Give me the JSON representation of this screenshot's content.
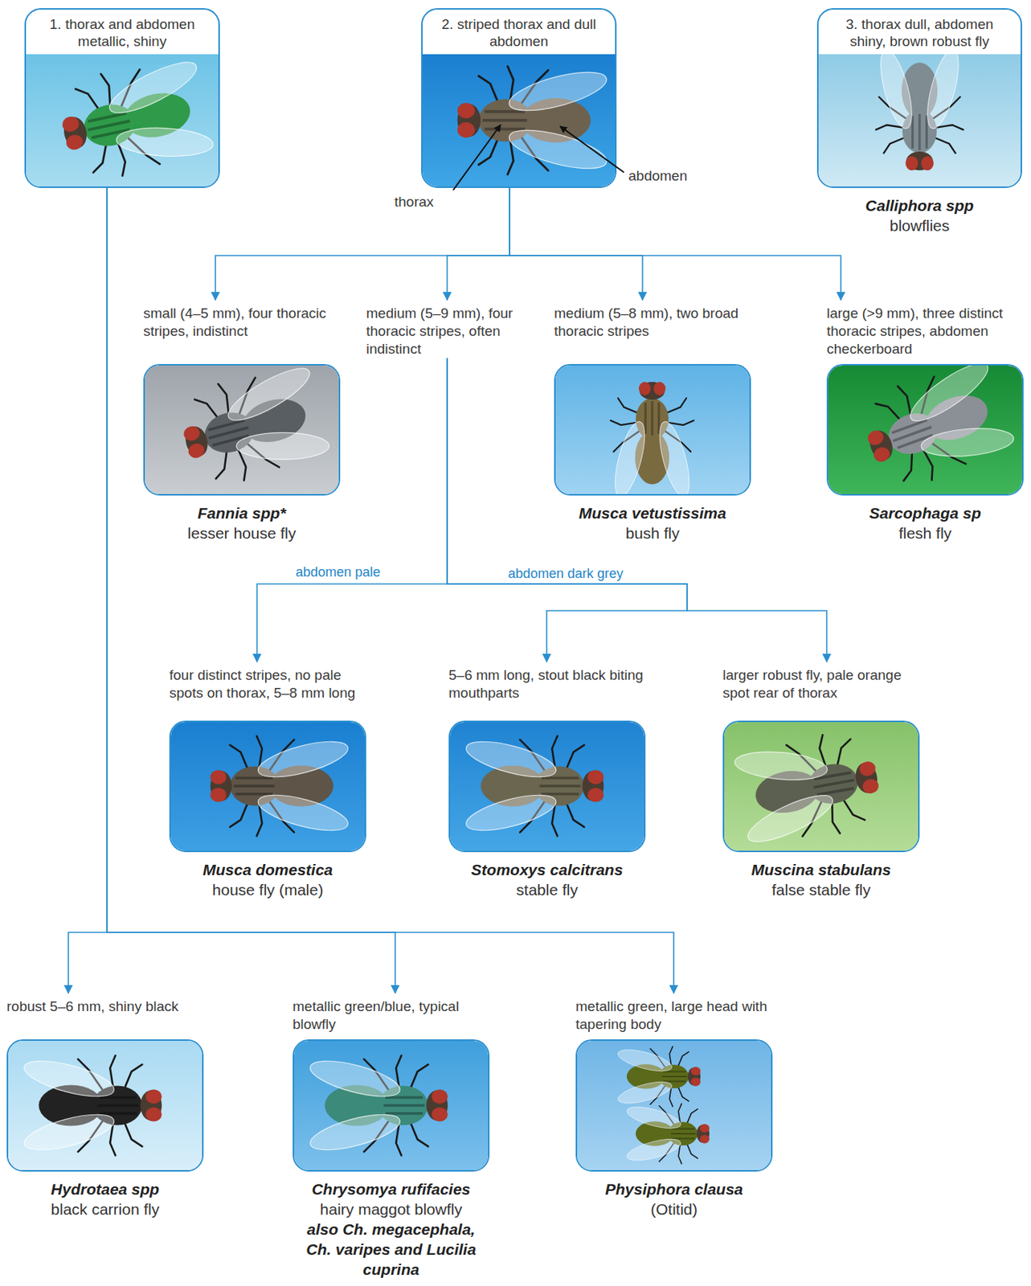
{
  "diagram": {
    "nodes": [
      {
        "text": [
          "1. thorax and abdomen metallic, shiny"
        ]
      },
      {
        "text": [
          "2. striped thorax and dull abdomen"
        ]
      },
      {
        "text": [
          "3. thorax dull, abdomen shiny, brown robust fly",
          "Calliphora spp",
          "blowflies"
        ]
      },
      {
        "text": [
          "small (4–5 mm), four thoracic stripes, indistinct",
          "Fannia spp*",
          "lesser house fly"
        ]
      },
      {
        "text": [
          "medium (5–9 mm), four thoracic stripes, often indistinct"
        ]
      },
      {
        "text": [
          "medium (5–8 mm), two broad thoracic stripes",
          "Musca vetustissima",
          "bush fly"
        ]
      },
      {
        "text": [
          "large (>9 mm), three distinct thoracic stripes, abdomen checkerboard",
          "Sarcophaga sp",
          "flesh fly"
        ]
      },
      {
        "text": [
          "four distinct stripes, no pale spots on thorax, 5–8 mm long",
          "Musca domestica",
          "house fly (male)"
        ]
      },
      {
        "text": [
          "5–6 mm long, stout black biting mouthparts",
          "Stomoxys calcitrans",
          "stable fly"
        ]
      },
      {
        "text": [
          "larger robust fly, pale orange spot rear of thorax",
          "Muscina stabulans",
          "false stable fly"
        ]
      },
      {
        "text": [
          "robust 5–6 mm, shiny black",
          "Hydrotaea spp",
          "black carrion fly"
        ]
      },
      {
        "text": [
          "metallic green/blue, typical blowfly",
          "Chrysomya rufifacies",
          "hairy maggot blowfly",
          "also Ch. megacephala, Ch. varipes and Lucilia cuprina"
        ]
      },
      {
        "text": [
          "metallic green, large head with tapering body",
          "Physiphora clausa",
          "(Otitid)"
        ]
      }
    ],
    "edges": [
      {
        "from": 1,
        "to": 3,
        "arrow": "to"
      },
      {
        "from": 1,
        "to": 4,
        "arrow": "to"
      },
      {
        "from": 1,
        "to": 5,
        "arrow": "to"
      },
      {
        "from": 1,
        "to": 6,
        "arrow": "to"
      },
      {
        "from": 4,
        "to": 7,
        "label": "abdomen pale",
        "arrow": "to"
      },
      {
        "from": 4,
        "to": 8,
        "label": "abdomen dark grey",
        "arrow": "to"
      },
      {
        "from": 4,
        "to": 9,
        "arrow": "to"
      },
      {
        "from": 0,
        "to": 10,
        "arrow": "to"
      },
      {
        "from": 0,
        "to": 11,
        "arrow": "to"
      },
      {
        "from": 0,
        "to": 12,
        "arrow": "to"
      }
    ],
    "labels": [
      "thorax",
      "abdomen"
    ]
  }
}
